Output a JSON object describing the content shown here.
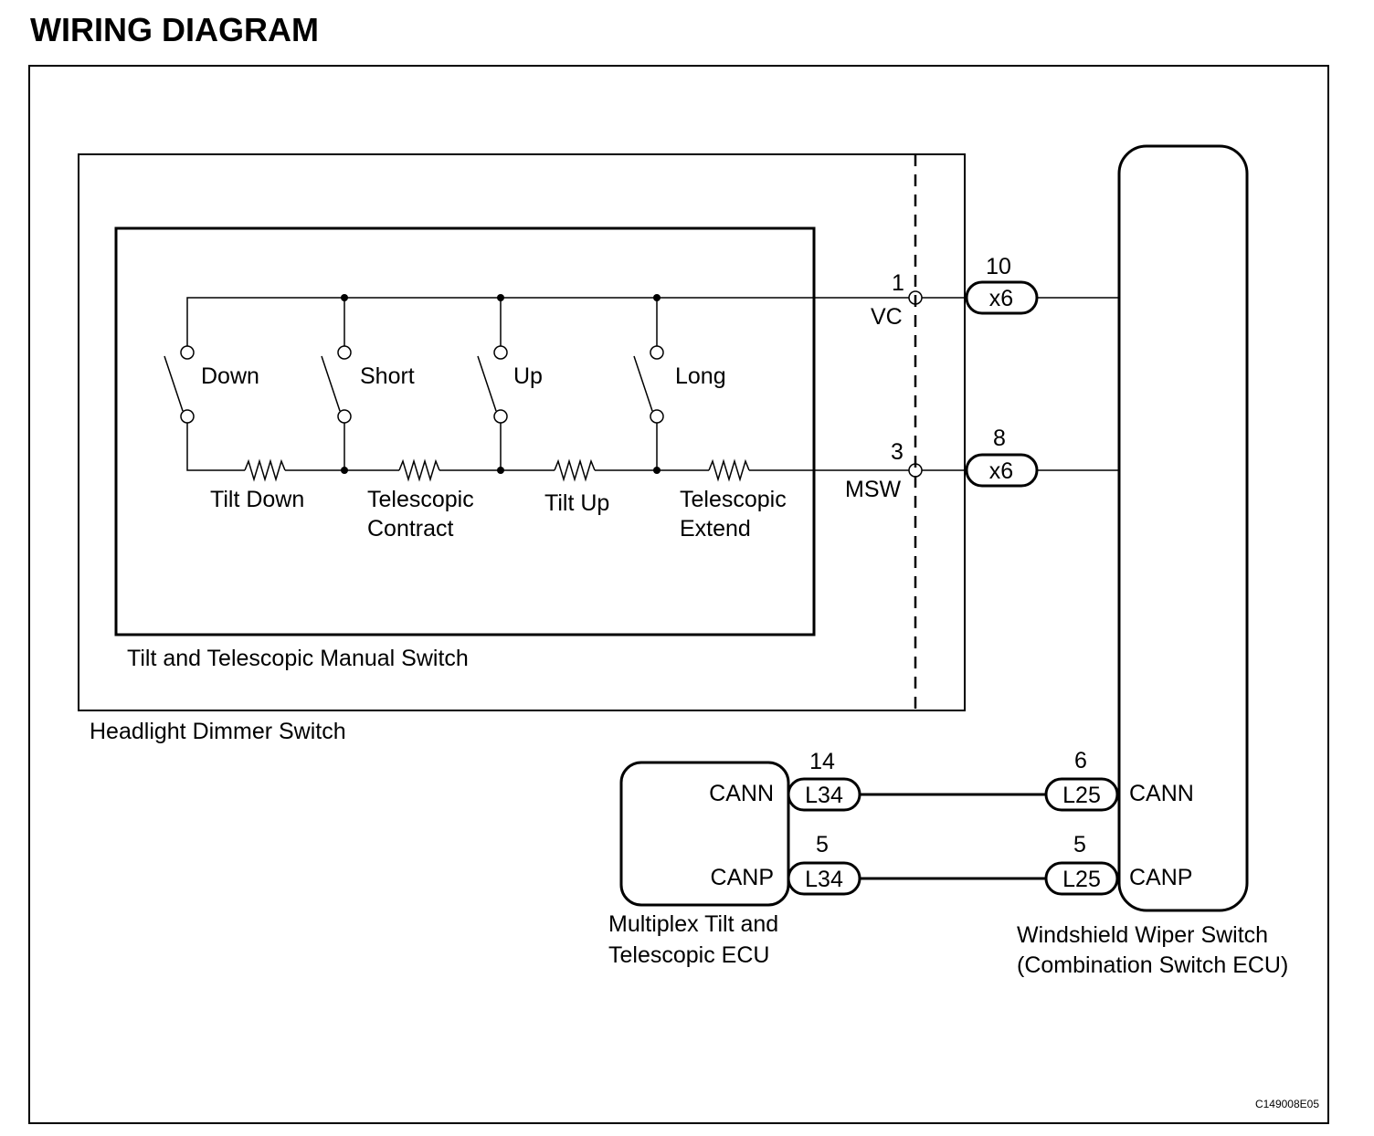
{
  "title": "WIRING DIAGRAM",
  "image_code": "C149008E05",
  "components": {
    "headlight_dimmer_switch": "Headlight Dimmer Switch",
    "manual_switch": "Tilt and Telescopic Manual Switch",
    "multiplex_ecu": [
      "Multiplex Tilt and",
      "Telescopic ECU"
    ],
    "wiper_switch": [
      "Windshield Wiper Switch",
      "(Combination Switch ECU)"
    ]
  },
  "switches": [
    "Down",
    "Short",
    "Up",
    "Long"
  ],
  "resistors": {
    "tilt_down": [
      "Tilt Down"
    ],
    "telescopic_contract": [
      "Telescopic",
      "Contract"
    ],
    "tilt_up": [
      "Tilt Up"
    ],
    "telescopic_extend": [
      "Telescopic",
      "Extend"
    ]
  },
  "terminals": {
    "vc": {
      "pin": "1",
      "name": "VC"
    },
    "msw": {
      "pin": "3",
      "name": "MSW"
    }
  },
  "connectors": {
    "x6_top": {
      "pin": "10",
      "id": "x6"
    },
    "x6_bottom": {
      "pin": "8",
      "id": "x6"
    },
    "l34_cann": {
      "pin": "14",
      "id": "L34"
    },
    "l34_canp": {
      "pin": "5",
      "id": "L34"
    },
    "l25_cann": {
      "pin": "6",
      "id": "L25"
    },
    "l25_canp": {
      "pin": "5",
      "id": "L25"
    }
  },
  "ecu_pins": {
    "ecu_cann": "CANN",
    "ecu_canp": "CANP",
    "wiper_cann": "CANN",
    "wiper_canp": "CANP"
  }
}
